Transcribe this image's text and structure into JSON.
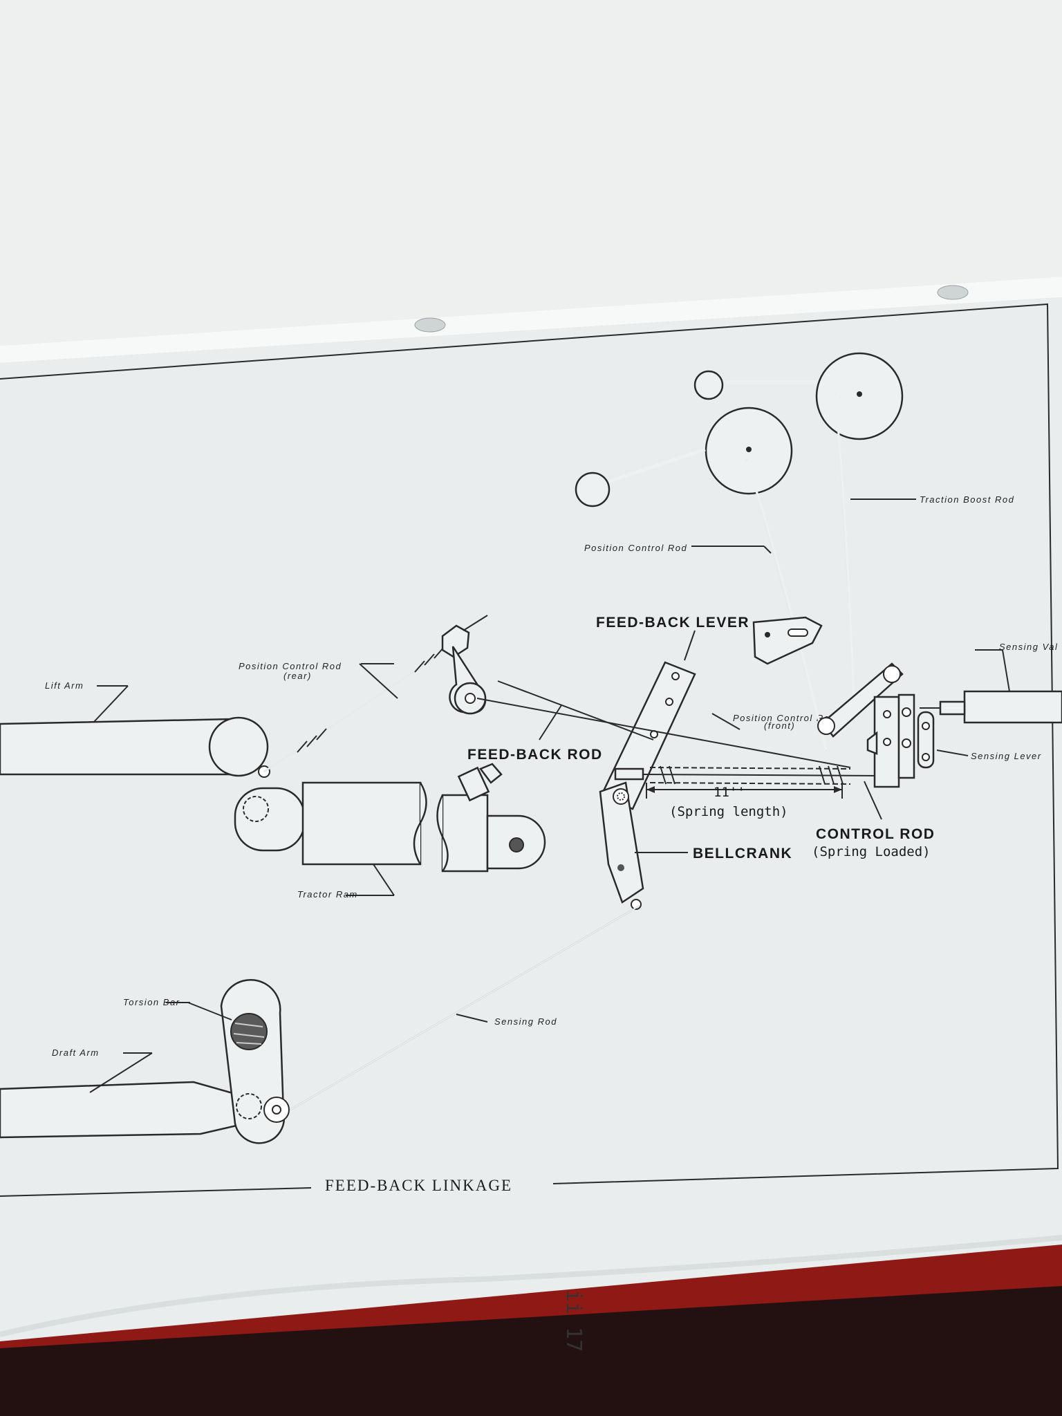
{
  "caption": "FEED-BACK LINKAGE",
  "labels": {
    "lift_arm": "Lift Arm",
    "position_control_rod_rear": "Position Control Rod",
    "position_control_rod_rear_sub": "(rear)",
    "feed_back_lever": "FEED-BACK LEVER",
    "feed_back_rod": "FEED-BACK ROD",
    "position_control_rod_front": "Position Control Rod",
    "position_control_rod_front_sub": "(front)",
    "position_control_rod_top": "Position Control Rod",
    "traction_boost_rod": "Traction Boost Rod",
    "sensing_valve": "Sensing Val",
    "sensing_lever": "Sensing Lever",
    "spring_length_value": "11''",
    "spring_length_label": "(Spring length)",
    "control_rod": "CONTROL ROD",
    "control_rod_sub": "(Spring Loaded)",
    "bellcrank": "BELLCRANK",
    "tractor_ram": "Tractor Ram",
    "torsion_bar": "Torsion Bar",
    "draft_arm": "Draft Arm",
    "sensing_rod": "Sensing Rod"
  },
  "handwritten_page_mark": "ii 17",
  "colors": {
    "paper": "#e9edee",
    "ink": "#2a2a2a",
    "table_red": "#9b1c17",
    "background": "#bfc4c6"
  }
}
